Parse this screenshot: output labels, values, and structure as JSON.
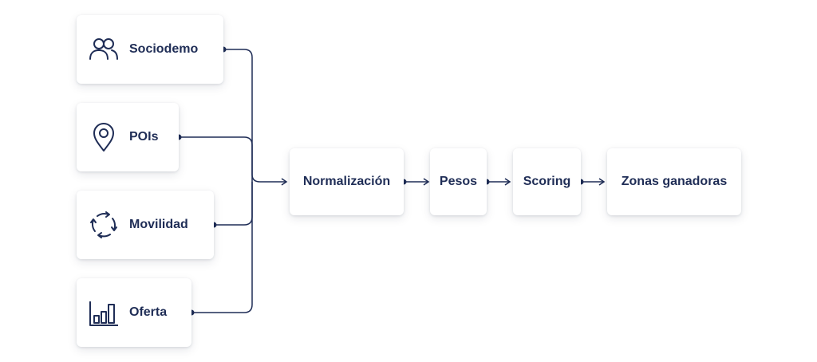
{
  "colors": {
    "ink": "#1f2d56",
    "card_bg": "#ffffff",
    "background": "#ffffff"
  },
  "sources": [
    {
      "label": "Sociodemo",
      "icon": "users-icon"
    },
    {
      "label": "POIs",
      "icon": "map-pin-icon"
    },
    {
      "label": "Movilidad",
      "icon": "refresh-arrows-icon"
    },
    {
      "label": "Oferta",
      "icon": "bar-chart-icon"
    }
  ],
  "pipeline": [
    {
      "label": "Normalización"
    },
    {
      "label": "Pesos"
    },
    {
      "label": "Scoring"
    },
    {
      "label": "Zonas ganadoras"
    }
  ]
}
